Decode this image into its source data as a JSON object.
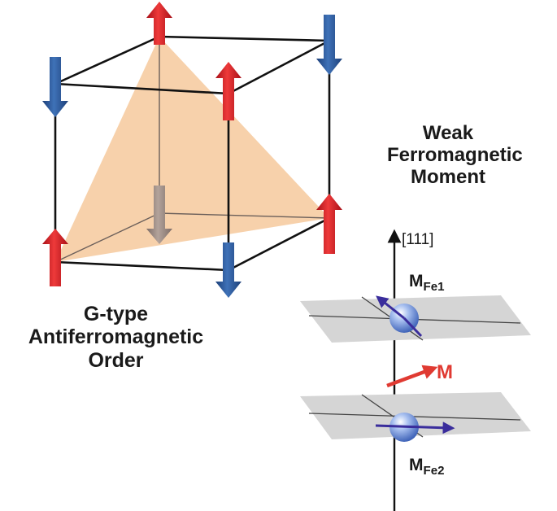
{
  "colors": {
    "up_arrow": "#d8262d",
    "down_arrow": "#2c5a9c",
    "hidden_arrow": "#9c8a82",
    "plane": "#d5d5d5",
    "triangle": "#f6c99c",
    "axis": "#111111",
    "moment": "#e03a32",
    "spin": "#3a2d9c",
    "atom": "#5a7fd6"
  },
  "icons": {
    "up_arrow": "red-up-arrow-icon",
    "down_arrow": "blue-down-arrow-icon",
    "atom": "fe-atom-sphere-icon"
  },
  "weak_moment": {
    "line1": "Weak",
    "line2": "Ferromagnetic",
    "line3": "Moment"
  },
  "order_label": {
    "line1": "G-type",
    "line2": "Antiferromagnetic",
    "line3": "Order"
  },
  "axis_label": "[111]",
  "mfe1": {
    "main": "M",
    "sub": "Fe1"
  },
  "mfe2": {
    "main": "M",
    "sub": "Fe2"
  },
  "moment_label": "M"
}
